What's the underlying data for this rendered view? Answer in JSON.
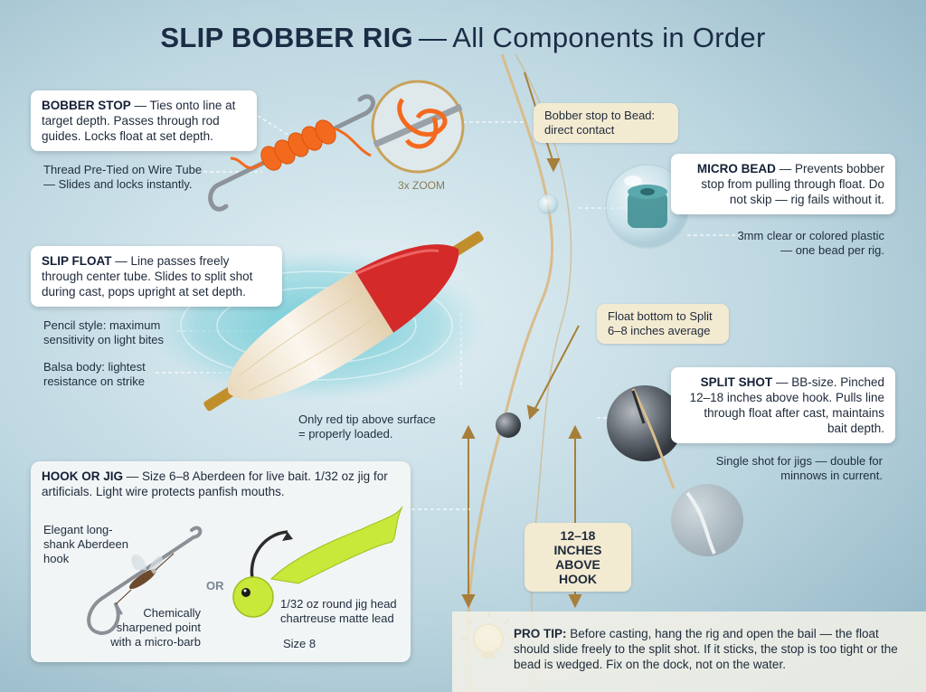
{
  "title": {
    "strong": "SLIP BOBBER RIG",
    "dash": "—",
    "rest": "All Components in Order"
  },
  "bobber_stop": {
    "heading": "BOBBER STOP",
    "text": "— Ties onto line at target depth. Passes through rod guides. Locks float at set depth.",
    "note": "Thread Pre-Tied on Wire Tube — Slides and locks instantly.",
    "zoom_label": "3x ZOOM"
  },
  "bead_spacing_tag": "Bobber stop to Bead: direct contact",
  "micro_bead": {
    "heading": "MICRO BEAD",
    "text": "— Prevents bobber stop from pulling through float. Do not skip — rig fails without it.",
    "note": "3mm clear or colored plastic — one bead per rig."
  },
  "slip_float": {
    "heading": "SLIP FLOAT",
    "text": "— Line passes freely through center tube. Slides to split shot during cast, pops upright at set depth.",
    "note_pencil": "Pencil style: maximum sensitivity on light bites",
    "note_balsa": "Balsa body: lightest resistance on strike",
    "note_tip": "Only red tip above surface = properly loaded."
  },
  "float_split_tag": "Float bottom to Split 6–8 inches average",
  "split_shot": {
    "heading": "SPLIT SHOT",
    "text": "— BB-size. Pinched 12–18 inches above hook. Pulls line through float after cast, maintains bait depth.",
    "note": "Single shot for jigs — double for minnows in current."
  },
  "hook_distance_tag": "12–18 INCHES ABOVE HOOK",
  "hook_or_jig": {
    "heading": "HOOK OR JIG",
    "text": "— Size 6–8 Aberdeen for live bait. 1/32 oz jig for artificials. Light wire protects panfish mouths.",
    "note_aberdeen": "Elegant long-shank Aberdeen hook",
    "note_point": "Chemically sharpened point with a micro-barb",
    "or_label": "OR",
    "note_jig": "1/32 oz round jig head chartreuse matte lead",
    "note_size": "Size 8"
  },
  "pro_tip": {
    "label": "PRO TIP:",
    "text": "Before casting, hang the rig and open the bail — the float should slide freely to the split shot. If it sticks, the stop is too tight or the bead is wedged. Fix on the dock, not on the water."
  },
  "colors": {
    "title": "#1b2c45",
    "float_red": "#d42a2a",
    "bobber_stop_orange": "#f36a1e",
    "jig_chartreuse": "#c8e83a",
    "tag_bg": "#f3ead2",
    "line": "#d9bc8c"
  }
}
